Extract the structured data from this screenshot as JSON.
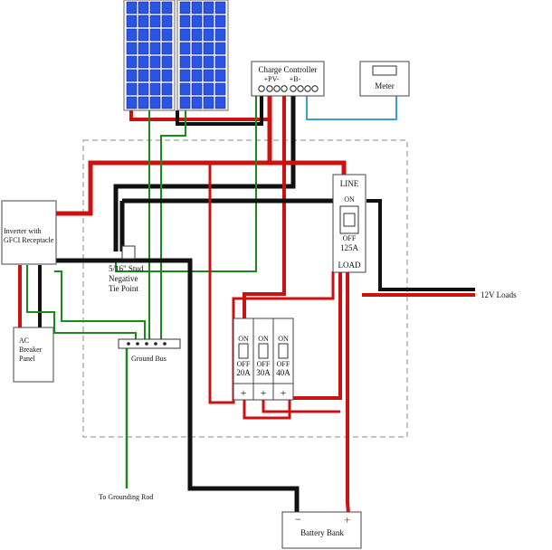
{
  "controller": {
    "label": "Charge Controller",
    "pv_terminals": "+PV-",
    "b_terminals": "+B-"
  },
  "meter": {
    "label": "Meter"
  },
  "inverter": {
    "line1": "Inverter with",
    "line2": "GFCI Receptacle"
  },
  "ac_panel": {
    "line1": "AC",
    "line2": "Breaker",
    "line3": "Panel"
  },
  "stud": {
    "line1": "5/16\" Stud",
    "line2": "Negative",
    "line3": "Tie Point"
  },
  "ground_bus": {
    "label": "Ground Bus"
  },
  "main_breaker": {
    "top": "LINE",
    "on": "ON",
    "off": "OFF",
    "rating": "125A",
    "bottom": "LOAD"
  },
  "branch_breakers": [
    {
      "on": "ON",
      "off": "OFF",
      "rating": "20A",
      "terminal": "+"
    },
    {
      "on": "ON",
      "off": "OFF",
      "rating": "30A",
      "terminal": "+"
    },
    {
      "on": "ON",
      "off": "OFF",
      "rating": "40A",
      "terminal": "+"
    }
  ],
  "battery": {
    "label": "Battery  Bank",
    "neg": "−",
    "pos": "+"
  },
  "labels": {
    "loads": "12V Loads",
    "ground_rod": "To Grounding Rod"
  },
  "colors": {
    "positive": "#cc1111",
    "negative": "#111111",
    "ground": "#1a8a1a",
    "meter": "#3aa0d0",
    "solar_cell": "#2a54e6"
  }
}
